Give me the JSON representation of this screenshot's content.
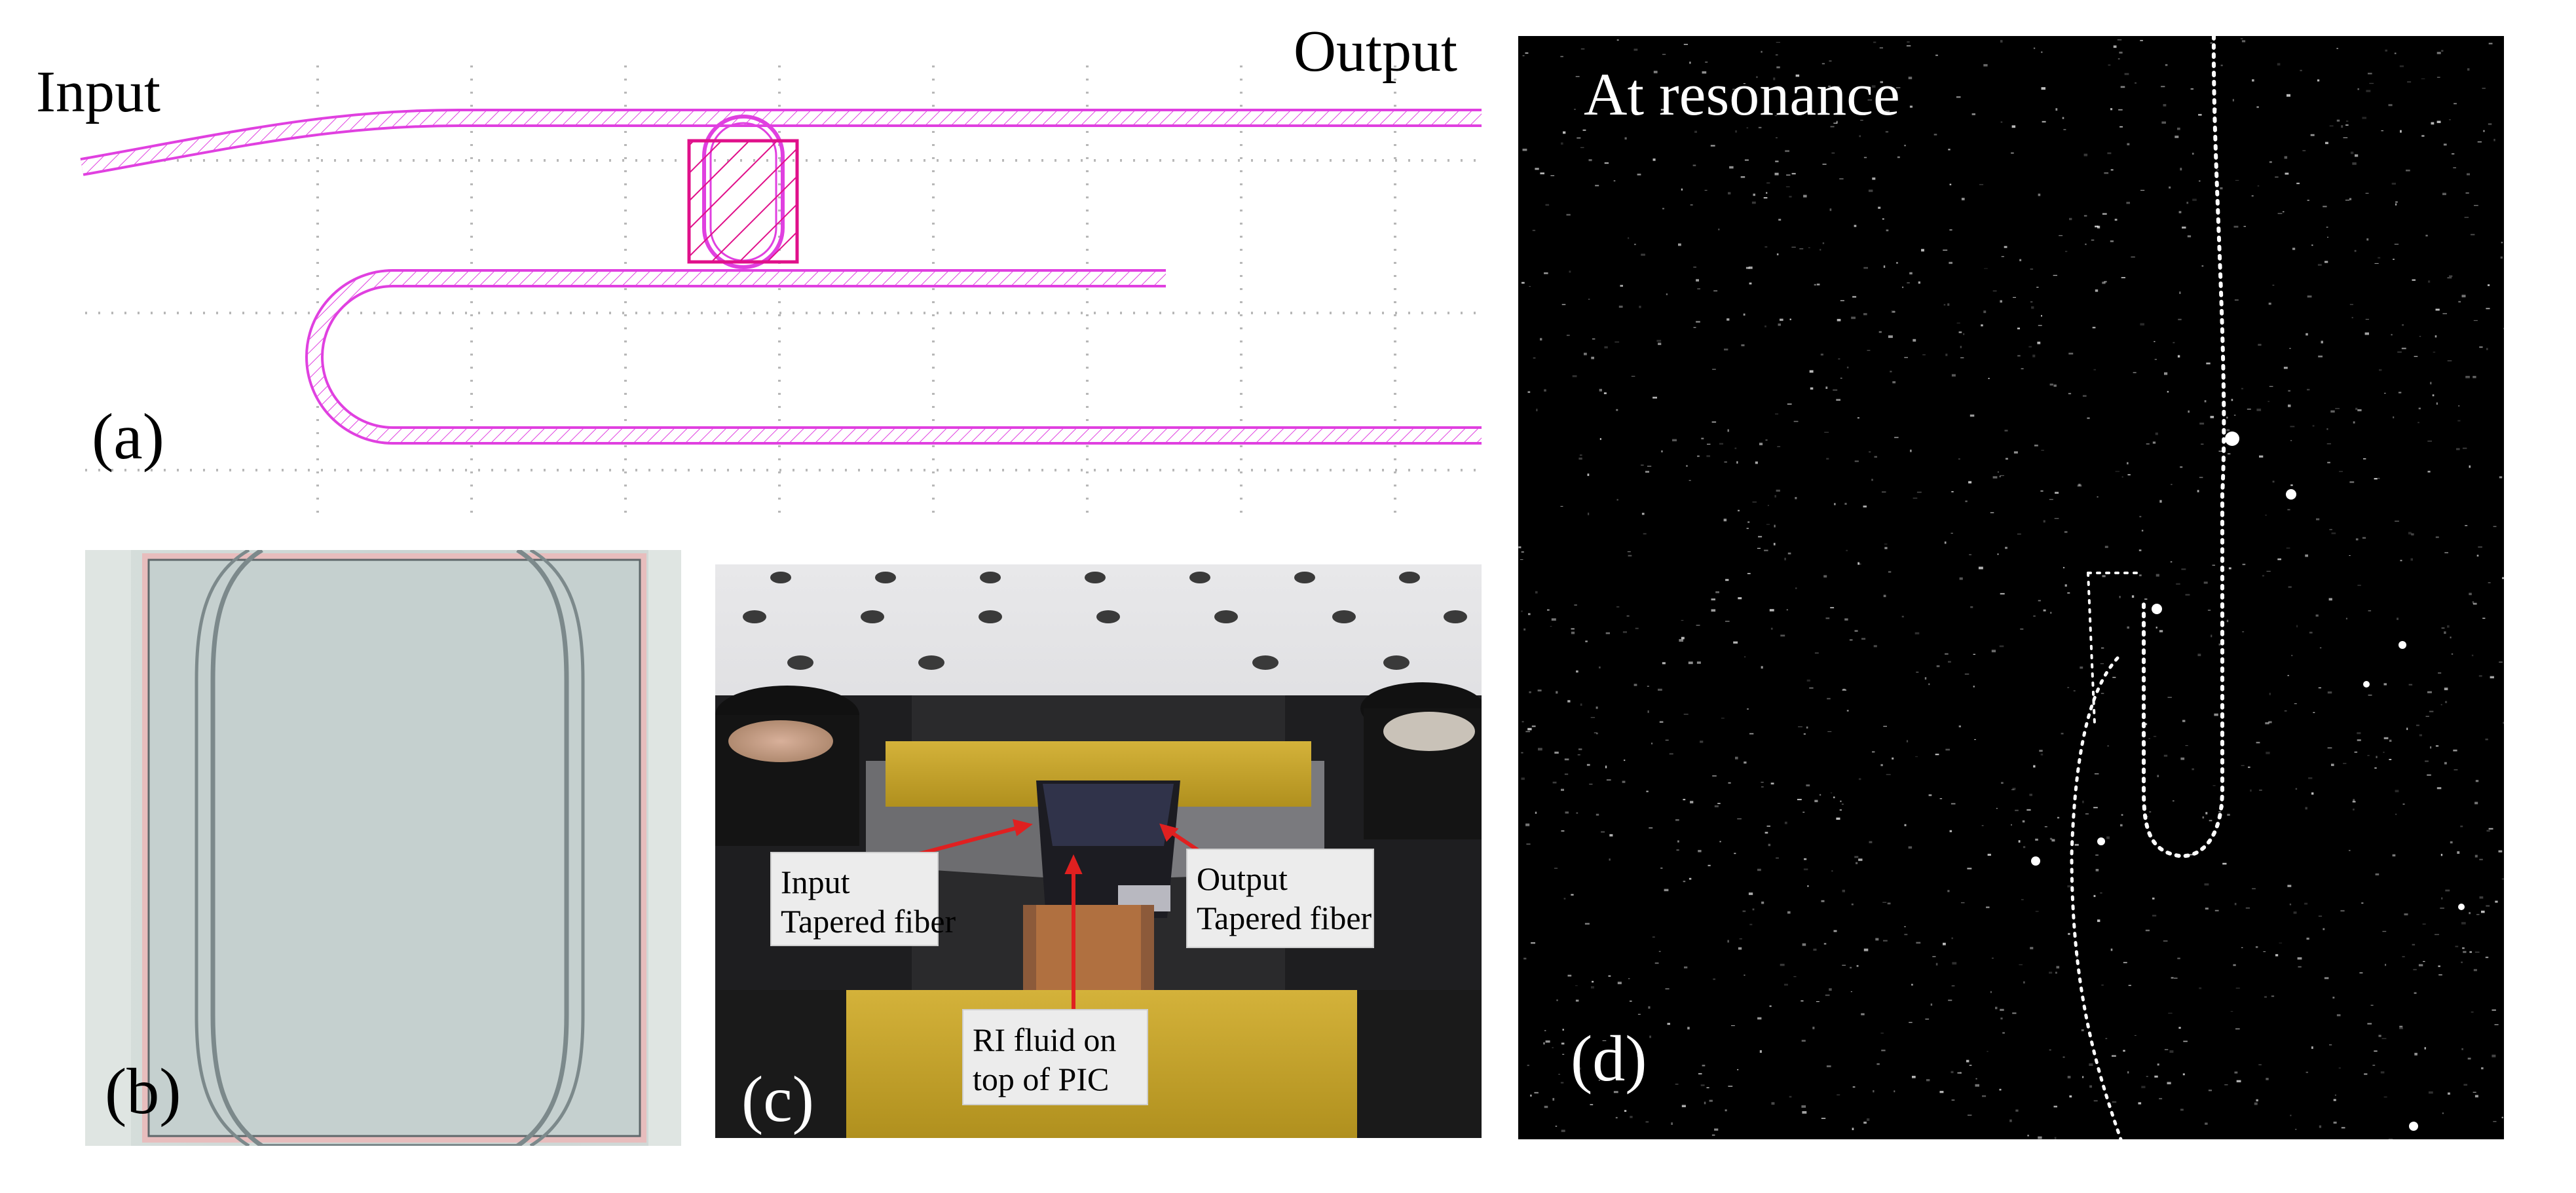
{
  "panel_a": {
    "label": "(a)",
    "input_label": "Input",
    "output_label": "Output",
    "colors": {
      "waveguide": "#e040e0",
      "grid": "#b8b8b8",
      "heater": "#e0108a"
    }
  },
  "panel_b": {
    "label": "(b)",
    "colors": {
      "background": "#cfd8d6",
      "chip": "#c5d0cf",
      "ring": "#7d8a8c",
      "edge": "#e8c8c8"
    }
  },
  "panel_c": {
    "label": "(c)",
    "annotations": {
      "input_line1": "Input",
      "input_line2": "Tapered fiber",
      "output_line1": "Output",
      "output_line2": "Tapered fiber",
      "fluid_line1": "RI fluid on",
      "fluid_line2": "top of PIC"
    },
    "colors": {
      "arrow": "#e02020",
      "label_box": "#ececec",
      "kapton": "#c9a72a"
    }
  },
  "panel_d": {
    "label": "(d)",
    "title": "At resonance",
    "colors": {
      "background": "#000000",
      "speckle": "#ffffff"
    }
  }
}
